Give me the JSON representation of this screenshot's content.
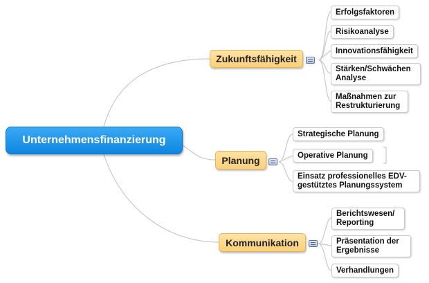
{
  "root": {
    "label": "Unternehmensfinanzierung",
    "color": "#0d86e0"
  },
  "branches": [
    {
      "label": "Zukunftsfähigkeit",
      "children": [
        "Erfolgsfaktoren",
        "Risikoanalyse",
        "Innovationsfähigkeit",
        "Stärken/Schwächen Analyse",
        "Maßnahmen zur Restrukturierung"
      ]
    },
    {
      "label": "Planung",
      "children": [
        "Strategische Planung",
        "Operative Planung",
        "Einsatz professionelles EDV-gestütztes Planungssystem"
      ]
    },
    {
      "label": "Kommunikation",
      "children": [
        "Berichtswesen/ Reporting",
        "Präsentation der Ergebnisse",
        "Verhandlungen"
      ]
    }
  ],
  "colors": {
    "branch_fill": "#fbd07a",
    "line": "#c8c8c8",
    "note_icon": "#b7c6e2"
  }
}
